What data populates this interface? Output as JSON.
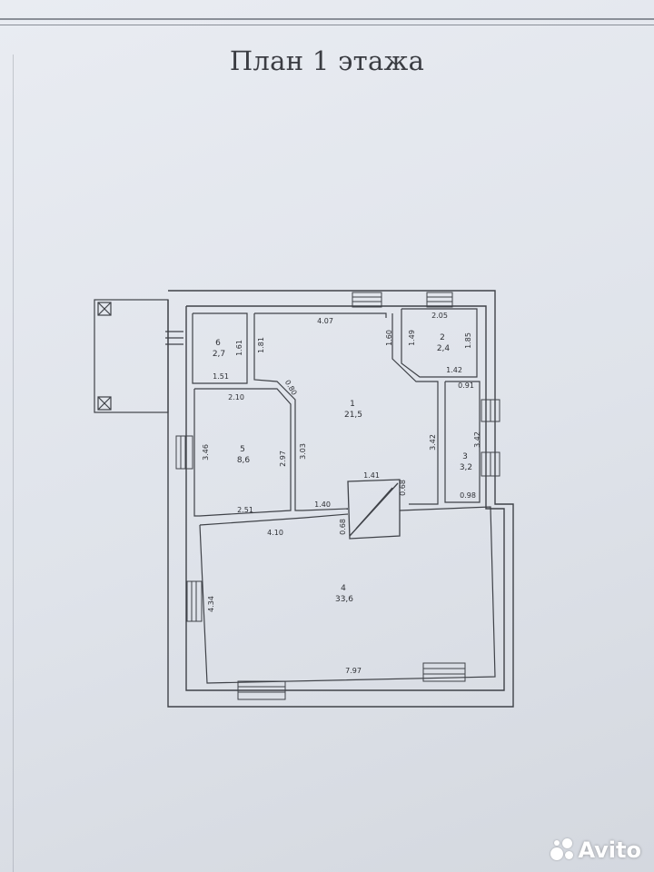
{
  "title": "План 1 этажа",
  "rooms": [
    {
      "id": "1",
      "number": "1",
      "area": "21,5"
    },
    {
      "id": "2",
      "number": "2",
      "area": "2,4"
    },
    {
      "id": "3",
      "number": "3",
      "area": "3,2"
    },
    {
      "id": "4",
      "number": "4",
      "area": "33,6"
    },
    {
      "id": "5",
      "number": "5",
      "area": "8,6"
    },
    {
      "id": "6",
      "number": "6",
      "area": "2,7"
    }
  ],
  "dimensions": [
    "4.07",
    "1.61",
    "1.51",
    "1.81",
    "0.80",
    "1.60",
    "2.05",
    "1.49",
    "1.85",
    "1.42",
    "2.10",
    "3.46",
    "2.97",
    "3.03",
    "2.51",
    "1.40",
    "1.41",
    "0.68",
    "0.68",
    "3.42",
    "0.91",
    "3.42",
    "0.98",
    "4.10",
    "4.34",
    "7.97"
  ],
  "watermark": "Avito",
  "colors": {
    "paper": "#e4e7ed",
    "ink": "#3f4248",
    "frame": "#8a8f98"
  }
}
